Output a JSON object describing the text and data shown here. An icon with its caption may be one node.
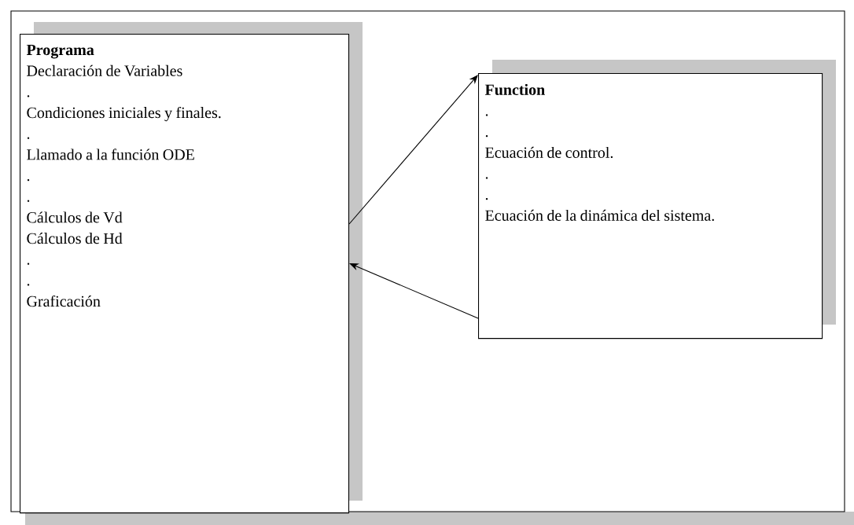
{
  "diagram": {
    "nodes": [
      {
        "text": [
          "Programa",
          "Declaración de Variables",
          ".",
          "Condiciones iniciales y finales.",
          ".",
          "Llamado a la función ODE",
          ".",
          ".",
          "Cálculos de Vd",
          "Cálculos de Hd",
          ".",
          ".",
          "Graficación"
        ]
      },
      {
        "text": [
          "Function",
          ".",
          ".",
          "Ecuación de control.",
          ".",
          ".",
          "Ecuación de la dinámica del sistema."
        ]
      }
    ],
    "edges": [
      {
        "from": 0,
        "to": 1,
        "arrow": "to"
      },
      {
        "from": 1,
        "to": 0,
        "arrow": "to"
      }
    ]
  }
}
